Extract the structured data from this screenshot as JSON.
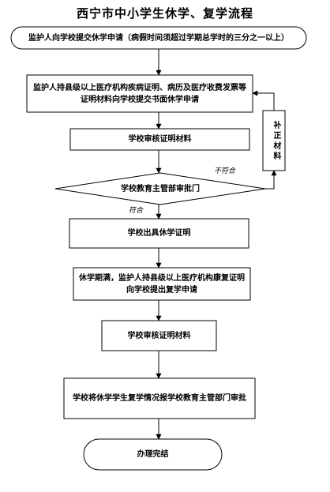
{
  "title": "西宁市中小学生休学、复学流程",
  "steps": {
    "s1": "监护人向学校提交休学申请（病假时间须超过学期总学时的三分之一以上）",
    "s2": "监护人持县级以上医疗机构疾病证明、病历及医疗收费发票等证明材料向学校提交书面休学申请",
    "s3": "学校审核证明材料",
    "decision": "学校教育主管部审批门",
    "s4": "学校出具休学证明",
    "s5": "休学期满，监护人持县级以上医疗机构康复证明向学校提出复学申请",
    "s6": "学校审核证明材料",
    "s7": "学校将休学学生复学情况报学校教育主管部门审批",
    "end": "办理完结"
  },
  "side_box": "补正材料",
  "labels": {
    "not_ok": "不符合",
    "ok": "符合"
  }
}
